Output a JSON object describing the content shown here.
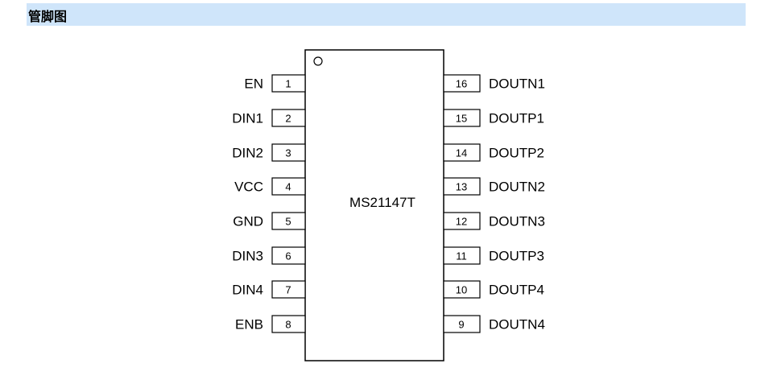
{
  "header": {
    "title": "管脚图"
  },
  "chip": {
    "name": "MS21147T"
  },
  "left_pins": [
    {
      "num": "1",
      "name": "EN"
    },
    {
      "num": "2",
      "name": "DIN1"
    },
    {
      "num": "3",
      "name": "DIN2"
    },
    {
      "num": "4",
      "name": "VCC"
    },
    {
      "num": "5",
      "name": "GND"
    },
    {
      "num": "6",
      "name": "DIN3"
    },
    {
      "num": "7",
      "name": "DIN4"
    },
    {
      "num": "8",
      "name": "ENB"
    }
  ],
  "right_pins": [
    {
      "num": "16",
      "name": "DOUTN1"
    },
    {
      "num": "15",
      "name": "DOUTP1"
    },
    {
      "num": "14",
      "name": "DOUTP2"
    },
    {
      "num": "13",
      "name": "DOUTN2"
    },
    {
      "num": "12",
      "name": "DOUTN3"
    },
    {
      "num": "11",
      "name": "DOUTP3"
    },
    {
      "num": "10",
      "name": "DOUTP4"
    },
    {
      "num": "9",
      "name": "DOUTN4"
    }
  ]
}
